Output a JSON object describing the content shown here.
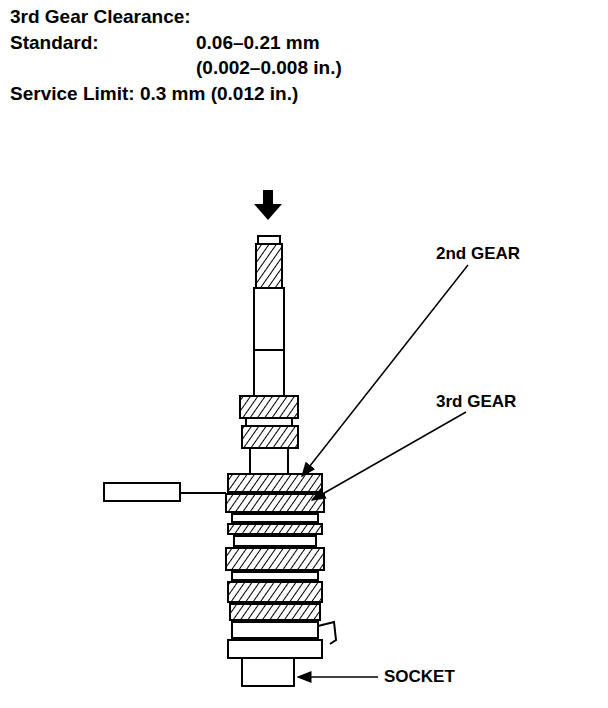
{
  "diagram": {
    "labels": [
      "3rd Gear Clearance:",
      "Standard:",
      "0.06–0.21 mm",
      "(0.002–0.008 in.)",
      "Service Limit: 0.3 mm (0.012 in.)",
      "2nd GEAR",
      "3rd GEAR",
      "SOCKET"
    ]
  }
}
